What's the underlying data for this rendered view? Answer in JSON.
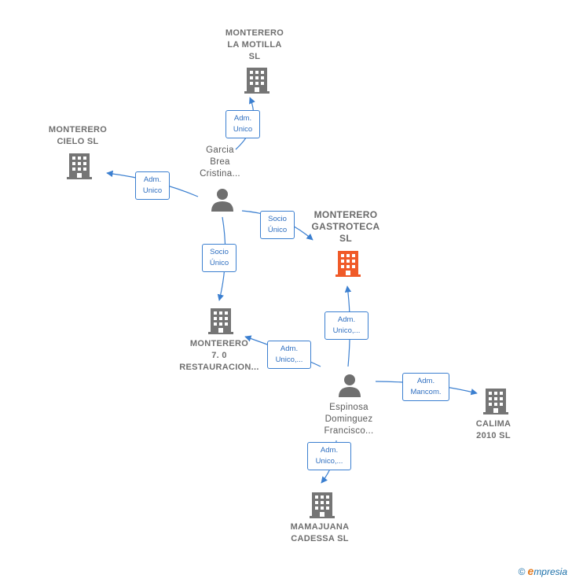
{
  "colors": {
    "edge": "#3b7fd0",
    "company": "#757575",
    "main_company": "#f05a28",
    "person": "#6f6f6f"
  },
  "nodes": {
    "motilla": {
      "label": [
        "MONTERERO",
        "LA MOTILLA",
        "SL"
      ],
      "icon": "building-icon"
    },
    "cielo": {
      "label": [
        "MONTERERO",
        "CIELO  SL"
      ],
      "icon": "building-icon"
    },
    "garcia": {
      "label": [
        "Garcia",
        "Brea",
        "Cristina..."
      ],
      "icon": "person-icon"
    },
    "gastroteca": {
      "label": [
        "MONTERERO",
        "GASTROTECA",
        "SL"
      ],
      "icon": "building-icon"
    },
    "restauracion": {
      "label": [
        "MONTERERO",
        "7. 0",
        "RESTAURACION..."
      ],
      "icon": "building-icon"
    },
    "espinosa": {
      "label": [
        "Espinosa",
        "Dominguez",
        "Francisco..."
      ],
      "icon": "person-icon"
    },
    "calima": {
      "label": [
        "CALIMA",
        "2010 SL"
      ],
      "icon": "building-icon"
    },
    "mamajuana": {
      "label": [
        "MAMAJUANA",
        "CADESSA SL"
      ],
      "icon": "building-icon"
    }
  },
  "edges": [
    {
      "id": "e1",
      "label": [
        "Adm.",
        "Unico"
      ]
    },
    {
      "id": "e2",
      "label": [
        "Adm.",
        "Unico"
      ]
    },
    {
      "id": "e3",
      "label": [
        "Socio",
        "Único"
      ]
    },
    {
      "id": "e4",
      "label": [
        "Socio",
        "Único"
      ]
    },
    {
      "id": "e5",
      "label": [
        "Adm.",
        "Unico,..."
      ]
    },
    {
      "id": "e6",
      "label": [
        "Adm.",
        "Unico,..."
      ]
    },
    {
      "id": "e7",
      "label": [
        "Adm.",
        "Mancom."
      ]
    },
    {
      "id": "e8",
      "label": [
        "Adm.",
        "Unico,..."
      ]
    }
  ],
  "footer": {
    "copyright": "©",
    "brand_initial": "e",
    "brand_rest": "mpresia"
  }
}
